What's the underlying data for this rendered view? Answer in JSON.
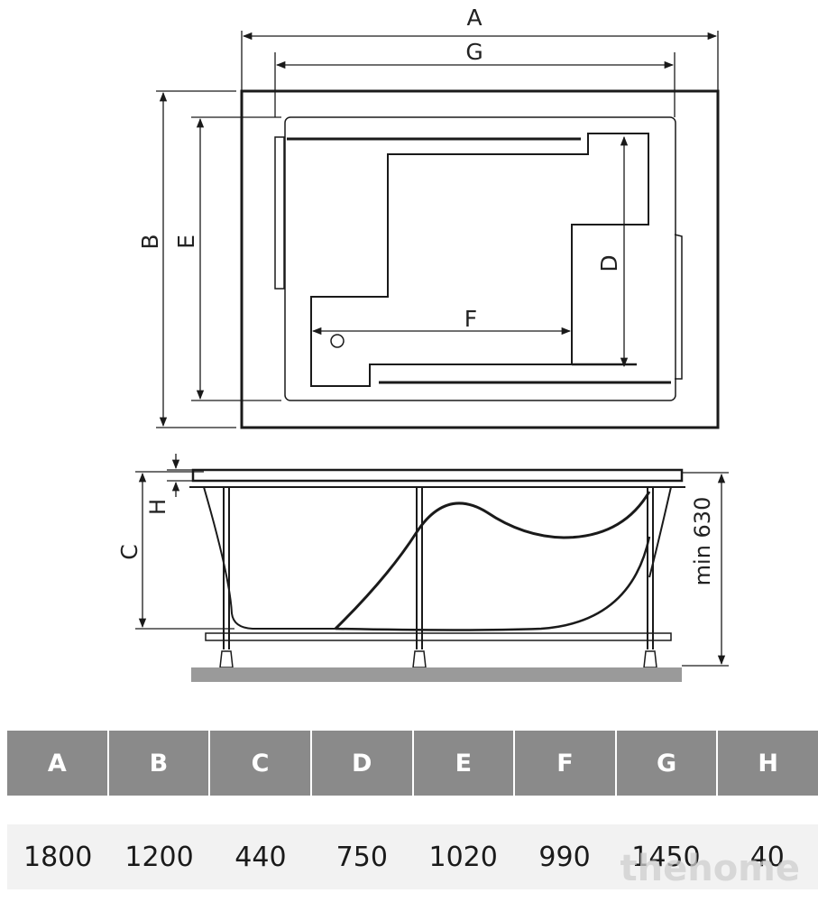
{
  "labels": {
    "a": "A",
    "b": "B",
    "c": "C",
    "d": "D",
    "e": "E",
    "f": "F",
    "g": "G",
    "h": "H",
    "min_height": "min 630"
  },
  "table": {
    "headers": [
      "A",
      "B",
      "C",
      "D",
      "E",
      "F",
      "G",
      "H"
    ],
    "values": [
      "1800",
      "1200",
      "440",
      "750",
      "1020",
      "990",
      "1450",
      "40"
    ]
  },
  "watermark": "thehome",
  "colors": {
    "line": "#1a1a1a",
    "header_bg": "#8a8a8a",
    "header_text": "#ffffff",
    "floor": "#9a9a9a",
    "row_bg": "#f2f2f2"
  }
}
